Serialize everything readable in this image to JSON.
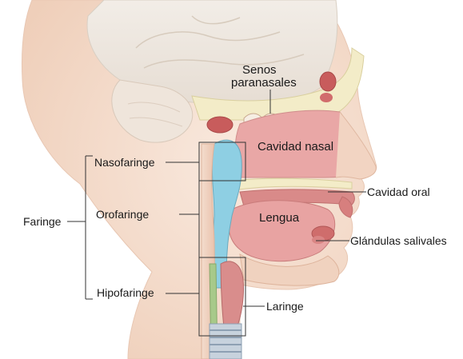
{
  "labels": {
    "sinuses_line1": "Senos",
    "sinuses_line2": "paranasales",
    "nasal_cavity": "Cavidad nasal",
    "nasopharynx": "Nasofaringe",
    "oral_cavity": "Cavidad oral",
    "pharynx": "Faringe",
    "oropharynx": "Orofaringe",
    "tongue": "Lengua",
    "salivary_glands": "Glándulas salivales",
    "hypopharynx": "Hipofaringe",
    "larynx": "Laringe"
  },
  "colors": {
    "skin": "#f6e2d4",
    "skin_shadow": "#ecc9b2",
    "brain": "#ece5dc",
    "bone": "#f3ecc8",
    "cavity_pink": "#e9a7a6",
    "tissue_red": "#c85c5c",
    "pharynx_blue": "#8ecfe3",
    "esophagus_green": "#a7c98a",
    "trachea_blue": "#9fb3c8",
    "leader_line": "#333333"
  }
}
